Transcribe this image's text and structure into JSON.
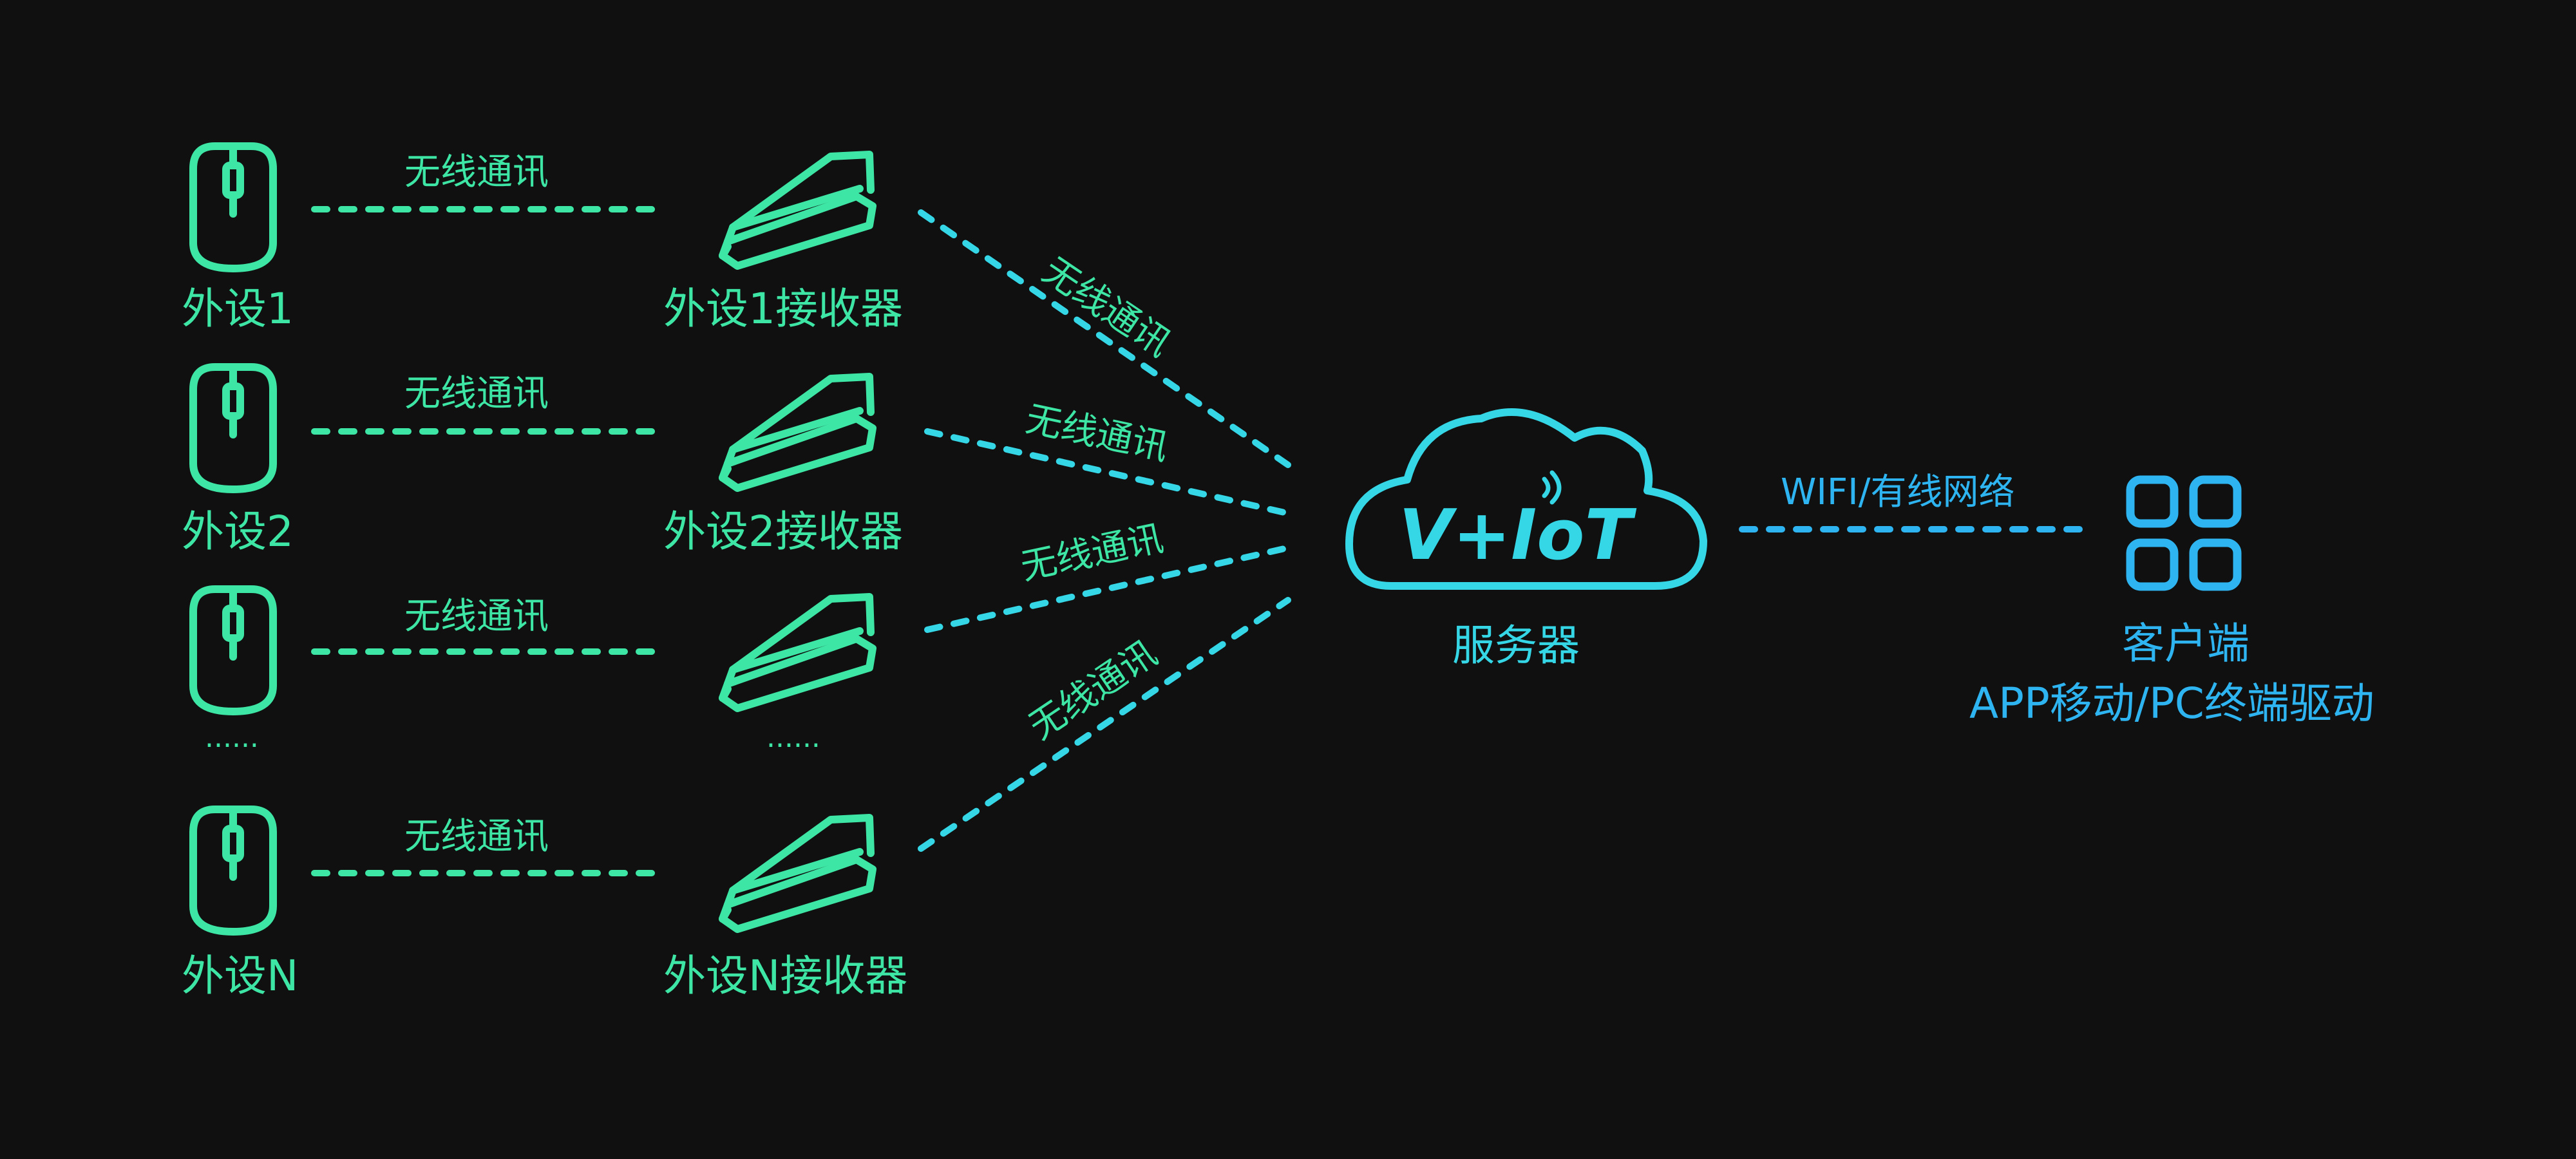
{
  "colors": {
    "background": "#101010",
    "peripheral": "#3ee6a6",
    "cloud": "#35d6e6",
    "client": "#2eb4f0"
  },
  "peripherals": [
    {
      "device_label": "外设1",
      "receiver_label": "外设1接收器",
      "link_label": "无线通讯",
      "icon": "mouse-icon",
      "receiver_icon": "receiver-icon"
    },
    {
      "device_label": "外设2",
      "receiver_label": "外设2接收器",
      "link_label": "无线通讯",
      "icon": "mouse-icon",
      "receiver_icon": "receiver-icon"
    },
    {
      "device_label": "......",
      "receiver_label": "......",
      "link_label": "无线通讯",
      "icon": "mouse-icon",
      "receiver_icon": "receiver-icon"
    },
    {
      "device_label": "外设N",
      "receiver_label": "外设N接收器",
      "link_label": "无线通讯",
      "icon": "mouse-icon",
      "receiver_icon": "receiver-icon"
    }
  ],
  "receiver_to_server_links": [
    "无线通讯",
    "无线通讯",
    "无线通讯",
    "无线通讯"
  ],
  "server": {
    "label": "服务器",
    "logo_text": "V+IoT",
    "icon": "cloud-icon"
  },
  "server_to_client_link": "WIFI/有线网络",
  "client": {
    "label": "客户端",
    "sublabel": "APP移动/PC终端驱动",
    "icon": "app-grid-icon"
  }
}
